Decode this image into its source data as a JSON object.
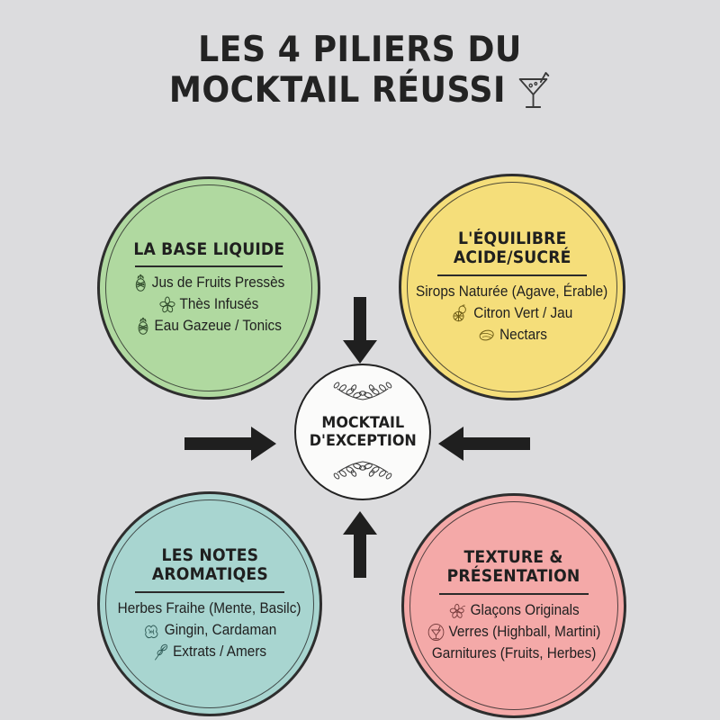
{
  "background_color": "#dcdcde",
  "title": {
    "line1": "LES 4 PILIERS DU",
    "line2": "MOCKTAIL RÉUSSI",
    "icon": "martini-glass-icon"
  },
  "center": {
    "label": "MOCKTAIL\nD'EXCEPTION",
    "decoration_top": "laurel-sprig-icon",
    "decoration_bottom": "laurel-sprig-icon"
  },
  "arrows": [
    {
      "name": "arrow-top-to-center",
      "direction": "down"
    },
    {
      "name": "arrow-bottom-to-center",
      "direction": "up"
    },
    {
      "name": "arrow-left-to-center",
      "direction": "right"
    },
    {
      "name": "arrow-right-to-center",
      "direction": "left"
    }
  ],
  "pillars": [
    {
      "id": "base-liquide",
      "heading": "LA BASE LIQUIDE",
      "color": "#b0d9a0",
      "position": "top-left",
      "items": [
        {
          "icon": "pineapple-icon",
          "text": "Jus de Fruits Pressès"
        },
        {
          "icon": "mint-leaf-icon",
          "text": "Thès Infusés"
        },
        {
          "icon": "pineapple-icon",
          "text": "Eau Gazeue / Tonics"
        }
      ]
    },
    {
      "id": "equilibre-acide-sucre",
      "heading": "L'ÉQUILIBRE\nACIDE/SUCRÉ",
      "color": "#f5de7a",
      "position": "top-right",
      "items": [
        {
          "icon": "none",
          "text": "Sirops Naturée (Agave, Érable)"
        },
        {
          "icon": "citrus-icon",
          "text": "Citron Vert / Jau"
        },
        {
          "icon": "lemon-icon",
          "text": "Nectars"
        }
      ]
    },
    {
      "id": "notes-aromatiques",
      "heading": "LES NOTES\nAROMATIQES",
      "color": "#a8d5d0",
      "position": "bottom-left",
      "items": [
        {
          "icon": "none",
          "text": "Herbes Fraihe (Mente, Basilc)"
        },
        {
          "icon": "ginger-root-icon",
          "text": "Gingin, Cardaman"
        },
        {
          "icon": "herb-sprig-icon",
          "text": "Extrats / Amers"
        }
      ]
    },
    {
      "id": "texture-presentation",
      "heading": "TEXTURE &\nPRÉSENTATION",
      "color": "#f4a9a8",
      "position": "bottom-right",
      "items": [
        {
          "icon": "flower-icon",
          "text": "Glaçons Originals"
        },
        {
          "icon": "cocktail-glass-icon",
          "text": "Verres (Highball, Martini)"
        },
        {
          "icon": "none",
          "text": "Garnitures (Fruits, Herbes)"
        }
      ]
    }
  ]
}
